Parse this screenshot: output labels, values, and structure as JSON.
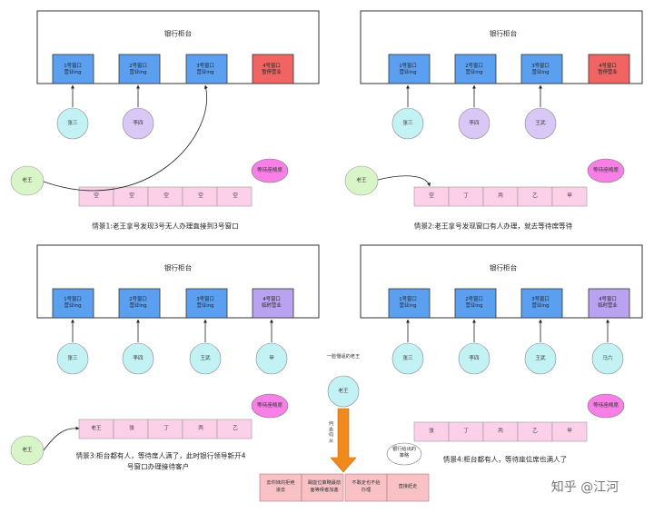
{
  "palette": {
    "window_blue": "#5a9ff0",
    "window_red": "#f06464",
    "window_purple": "#b9a2f0",
    "customer_cyan": "#c2f2f4",
    "customer_purple": "#d9c8f5",
    "laowang_green": "#d8f5c8",
    "waiting_magenta": "#f77fe6",
    "seat_pink": "#fbd0e8",
    "choice_pink": "#f7c1c6",
    "arrow_orange": "#f08a1c"
  },
  "scenes": [
    {
      "counter_label": "银行柜台",
      "windows": [
        {
          "line1": "1号窗口",
          "line2": "营业ing"
        },
        {
          "line1": "2号窗口",
          "line2": "营业ing"
        },
        {
          "line1": "3号窗口",
          "line2": "营业ing"
        },
        {
          "line1": "4号窗口",
          "line2": "暂停营业"
        }
      ],
      "customers": [
        "张三",
        "李四"
      ],
      "laowang": "老王",
      "waiting_label": "等待座椅席",
      "seats": [
        "空",
        "空",
        "空",
        "空",
        "空"
      ],
      "caption": "情景1:老王拿号发现3号无人办理直接到3号窗口"
    },
    {
      "counter_label": "银行柜台",
      "windows": [
        {
          "line1": "1号窗口",
          "line2": "营业ing"
        },
        {
          "line1": "2号窗口",
          "line2": "营业ing"
        },
        {
          "line1": "3号窗口",
          "line2": "营业ing"
        },
        {
          "line1": "4号窗口",
          "line2": "暂停营业"
        }
      ],
      "customers": [
        "张三",
        "李四",
        "王武"
      ],
      "laowang": "老王",
      "waiting_label": "等待座椅席",
      "seats": [
        "空",
        "丁",
        "丙",
        "乙",
        "甲"
      ],
      "caption": "情景2:老王拿号发现窗口有人办理，就去等待席等待"
    },
    {
      "counter_label": "银行柜台",
      "windows": [
        {
          "line1": "1号窗口",
          "line2": "营业ing"
        },
        {
          "line1": "2号窗口",
          "line2": "营业ing"
        },
        {
          "line1": "3号窗口",
          "line2": "营业ing"
        },
        {
          "line1": "4号窗口",
          "line2": "临时营业"
        }
      ],
      "customers": [
        "张三",
        "李四",
        "王武",
        "甲"
      ],
      "laowang": "老王",
      "waiting_label": "等待座椅席",
      "seats": [
        "老王",
        "张",
        "丁",
        "丙",
        "乙"
      ],
      "caption_line1": "情景3:柜台都有人，等待席人满了，此时银行领导新开4",
      "caption_line2": "号窗口办理接待客户"
    },
    {
      "counter_label": "银行柜台",
      "windows": [
        {
          "line1": "1号窗口",
          "line2": "营业ing"
        },
        {
          "line1": "2号窗口",
          "line2": "营业ing"
        },
        {
          "line1": "3号窗口",
          "line2": "营业ing"
        },
        {
          "line1": "4号窗口",
          "line2": "临时营业"
        }
      ],
      "customers": [
        "张三",
        "李四",
        "王武",
        "马六"
      ],
      "waiting_label": "等待座椅席",
      "seats": [
        "张",
        "丁",
        "丙",
        "乙",
        "甲"
      ],
      "caption": "情景4:柜台都有人，等待座位席也满人了"
    }
  ],
  "strategy": {
    "title": "一脸懵逼的老王",
    "laowang": "老王",
    "arrow_text": "何去何从",
    "bank_label_line1": "银行给出的",
    "bank_label_line2": "策略",
    "options": [
      {
        "line1": "去你妹的拒绝",
        "line2": "滚去"
      },
      {
        "line1": "踢座位策略最前",
        "line2": "面等候者加塞"
      },
      {
        "line1": "不敢走也不给",
        "line2": "办理"
      },
      {
        "line1": "直接赶走",
        "line2": ""
      }
    ]
  },
  "watermark": "知乎 @江河"
}
